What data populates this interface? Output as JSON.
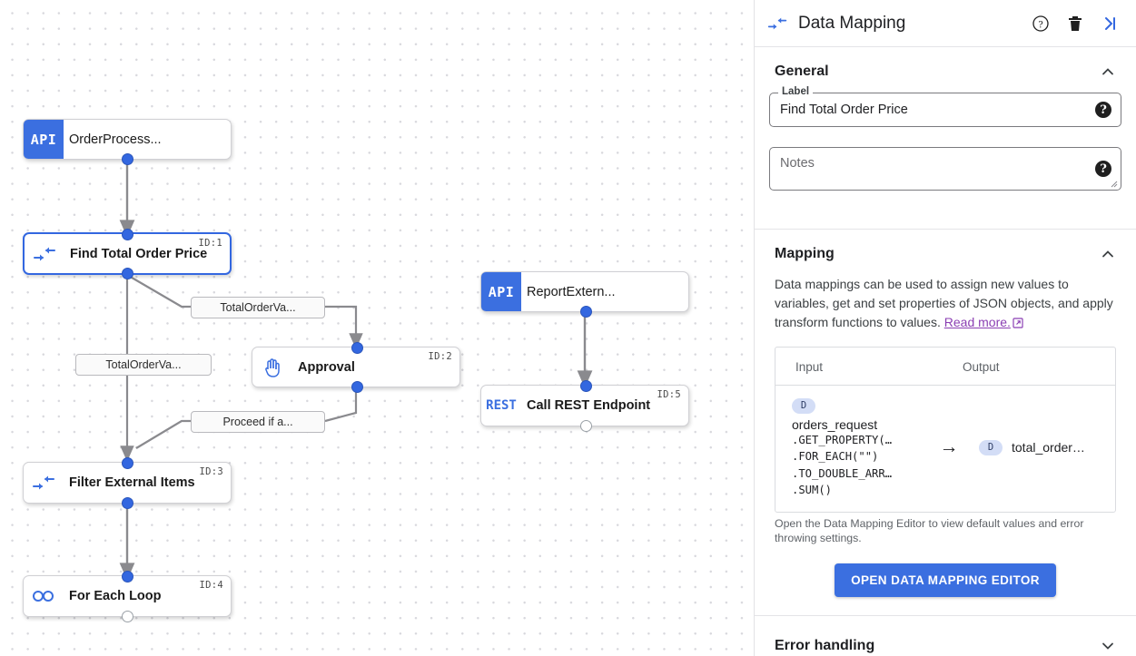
{
  "panel": {
    "header": {
      "icon": "data-mapping-icon",
      "title": "Data Mapping",
      "help_icon": "help-circle-icon",
      "delete_icon": "trash-icon",
      "collapse_icon": "collapse-panel-right-icon"
    },
    "general": {
      "title": "General",
      "collapse_state": "expanded",
      "label_field": {
        "legend": "Label",
        "value": "Find Total Order Price",
        "help_icon": "help-filled-icon"
      },
      "notes_field": {
        "placeholder": "Notes",
        "value": "",
        "help_icon": "help-filled-icon"
      }
    },
    "mapping": {
      "title": "Mapping",
      "collapse_state": "expanded",
      "description_part1": "Data mappings can be used to assign new values to variables, get and set properties of JSON objects, and apply transform functions to values. ",
      "read_more": "Read more.",
      "read_more_color": "#8b3fb3",
      "table": {
        "columns": [
          "Input",
          "Output"
        ],
        "rows": [
          {
            "input_badge": "D",
            "input_variable": "orders_request",
            "input_chain": ".GET_PROPERTY(…\n.FOR_EACH(\"\")\n.TO_DOUBLE_ARR…\n.SUM()",
            "arrow": "→",
            "output_badge": "D",
            "output_variable": "total_order…"
          }
        ]
      },
      "note": "Open the Data Mapping Editor to view default values and error throwing settings.",
      "editor_button": "OPEN DATA MAPPING EDITOR"
    },
    "error_handling": {
      "title": "Error handling",
      "collapse_state": "collapsed"
    }
  },
  "canvas": {
    "nodes": [
      {
        "badge": "API",
        "title": "OrderProcess...",
        "id_label": "",
        "kind": "api",
        "selected": false
      },
      {
        "icon": "data-mapping-icon",
        "title": "Find Total Order Price",
        "id_label": "ID:1",
        "kind": "mapping",
        "selected": true
      },
      {
        "icon": "hand-icon",
        "title": "Approval",
        "id_label": "ID:2",
        "kind": "approval",
        "selected": false
      },
      {
        "icon": "data-mapping-icon",
        "title": "Filter External Items",
        "id_label": "ID:3",
        "kind": "mapping",
        "selected": false
      },
      {
        "icon": "infinity-icon",
        "title": "For Each Loop",
        "id_label": "ID:4",
        "kind": "loop",
        "selected": false
      },
      {
        "badge": "API",
        "title": "ReportExtern...",
        "id_label": "",
        "kind": "api",
        "selected": false
      },
      {
        "icon": "REST",
        "title": "Call REST Endpoint",
        "id_label": "ID:5",
        "kind": "rest",
        "selected": false
      }
    ],
    "edge_labels": [
      {
        "text": "TotalOrderVa..."
      },
      {
        "text": "TotalOrderVa..."
      },
      {
        "text": "Proceed if a..."
      }
    ]
  },
  "colors": {
    "accent": "#3b6fe0",
    "port": "#3367e0",
    "link": "#8b3fb3",
    "badge_bg": "#d3ddf6"
  }
}
